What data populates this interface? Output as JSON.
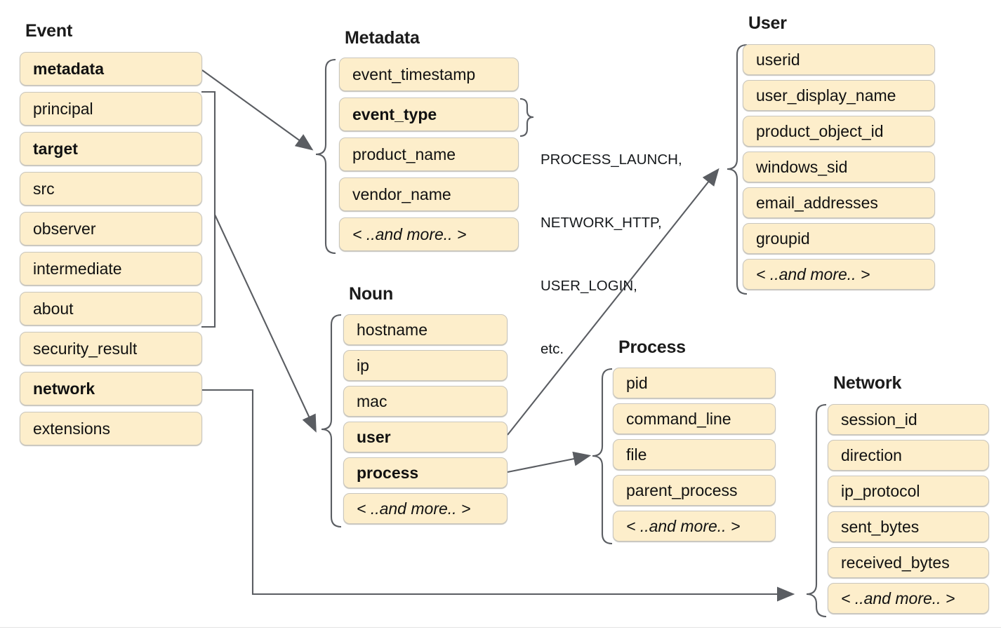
{
  "diagram": {
    "title_font_color": "#1b1b1b",
    "box_fill": "#fdeecb",
    "box_border": "#c9c6bd",
    "link_color": "#5a5d62",
    "groups": [
      {
        "id": "event",
        "title": "Event",
        "fields": [
          {
            "label": "metadata",
            "bold": true,
            "more": false
          },
          {
            "label": "principal",
            "bold": false,
            "more": false
          },
          {
            "label": "target",
            "bold": true,
            "more": false
          },
          {
            "label": "src",
            "bold": false,
            "more": false
          },
          {
            "label": "observer",
            "bold": false,
            "more": false
          },
          {
            "label": "intermediate",
            "bold": false,
            "more": false
          },
          {
            "label": "about",
            "bold": false,
            "more": false
          },
          {
            "label": "security_result",
            "bold": false,
            "more": false
          },
          {
            "label": "network",
            "bold": true,
            "more": false
          },
          {
            "label": "extensions",
            "bold": false,
            "more": false
          }
        ]
      },
      {
        "id": "metadata",
        "title": "Metadata",
        "fields": [
          {
            "label": "event_timestamp",
            "bold": false,
            "more": false
          },
          {
            "label": "event_type",
            "bold": true,
            "more": false
          },
          {
            "label": "product_name",
            "bold": false,
            "more": false
          },
          {
            "label": "vendor_name",
            "bold": false,
            "more": false
          },
          {
            "label": "< ..and more.. >",
            "bold": false,
            "more": true
          }
        ]
      },
      {
        "id": "user",
        "title": "User",
        "fields": [
          {
            "label": "userid",
            "bold": false,
            "more": false
          },
          {
            "label": "user_display_name",
            "bold": false,
            "more": false
          },
          {
            "label": "product_object_id",
            "bold": false,
            "more": false
          },
          {
            "label": "windows_sid",
            "bold": false,
            "more": false
          },
          {
            "label": "email_addresses",
            "bold": false,
            "more": false
          },
          {
            "label": "groupid",
            "bold": false,
            "more": false
          },
          {
            "label": "< ..and more.. >",
            "bold": false,
            "more": true
          }
        ]
      },
      {
        "id": "noun",
        "title": "Noun",
        "fields": [
          {
            "label": "hostname",
            "bold": false,
            "more": false
          },
          {
            "label": "ip",
            "bold": false,
            "more": false
          },
          {
            "label": "mac",
            "bold": false,
            "more": false
          },
          {
            "label": "user",
            "bold": true,
            "more": false
          },
          {
            "label": "process",
            "bold": true,
            "more": false
          },
          {
            "label": "< ..and more.. >",
            "bold": false,
            "more": true
          }
        ]
      },
      {
        "id": "process",
        "title": "Process",
        "fields": [
          {
            "label": "pid",
            "bold": false,
            "more": false
          },
          {
            "label": "command_line",
            "bold": false,
            "more": false
          },
          {
            "label": "file",
            "bold": false,
            "more": false
          },
          {
            "label": "parent_process",
            "bold": false,
            "more": false
          },
          {
            "label": "< ..and more.. >",
            "bold": false,
            "more": true
          }
        ]
      },
      {
        "id": "network",
        "title": "Network",
        "fields": [
          {
            "label": "session_id",
            "bold": false,
            "more": false
          },
          {
            "label": "direction",
            "bold": false,
            "more": false
          },
          {
            "label": "ip_protocol",
            "bold": false,
            "more": false
          },
          {
            "label": "sent_bytes",
            "bold": false,
            "more": false
          },
          {
            "label": "received_bytes",
            "bold": false,
            "more": false
          },
          {
            "label": "< ..and more.. >",
            "bold": false,
            "more": true
          }
        ]
      }
    ],
    "annotations": [
      {
        "id": "event-type-values",
        "lines": [
          "PROCESS_LAUNCH,",
          "NETWORK_HTTP,",
          "USER_LOGIN,",
          "etc."
        ]
      }
    ]
  }
}
